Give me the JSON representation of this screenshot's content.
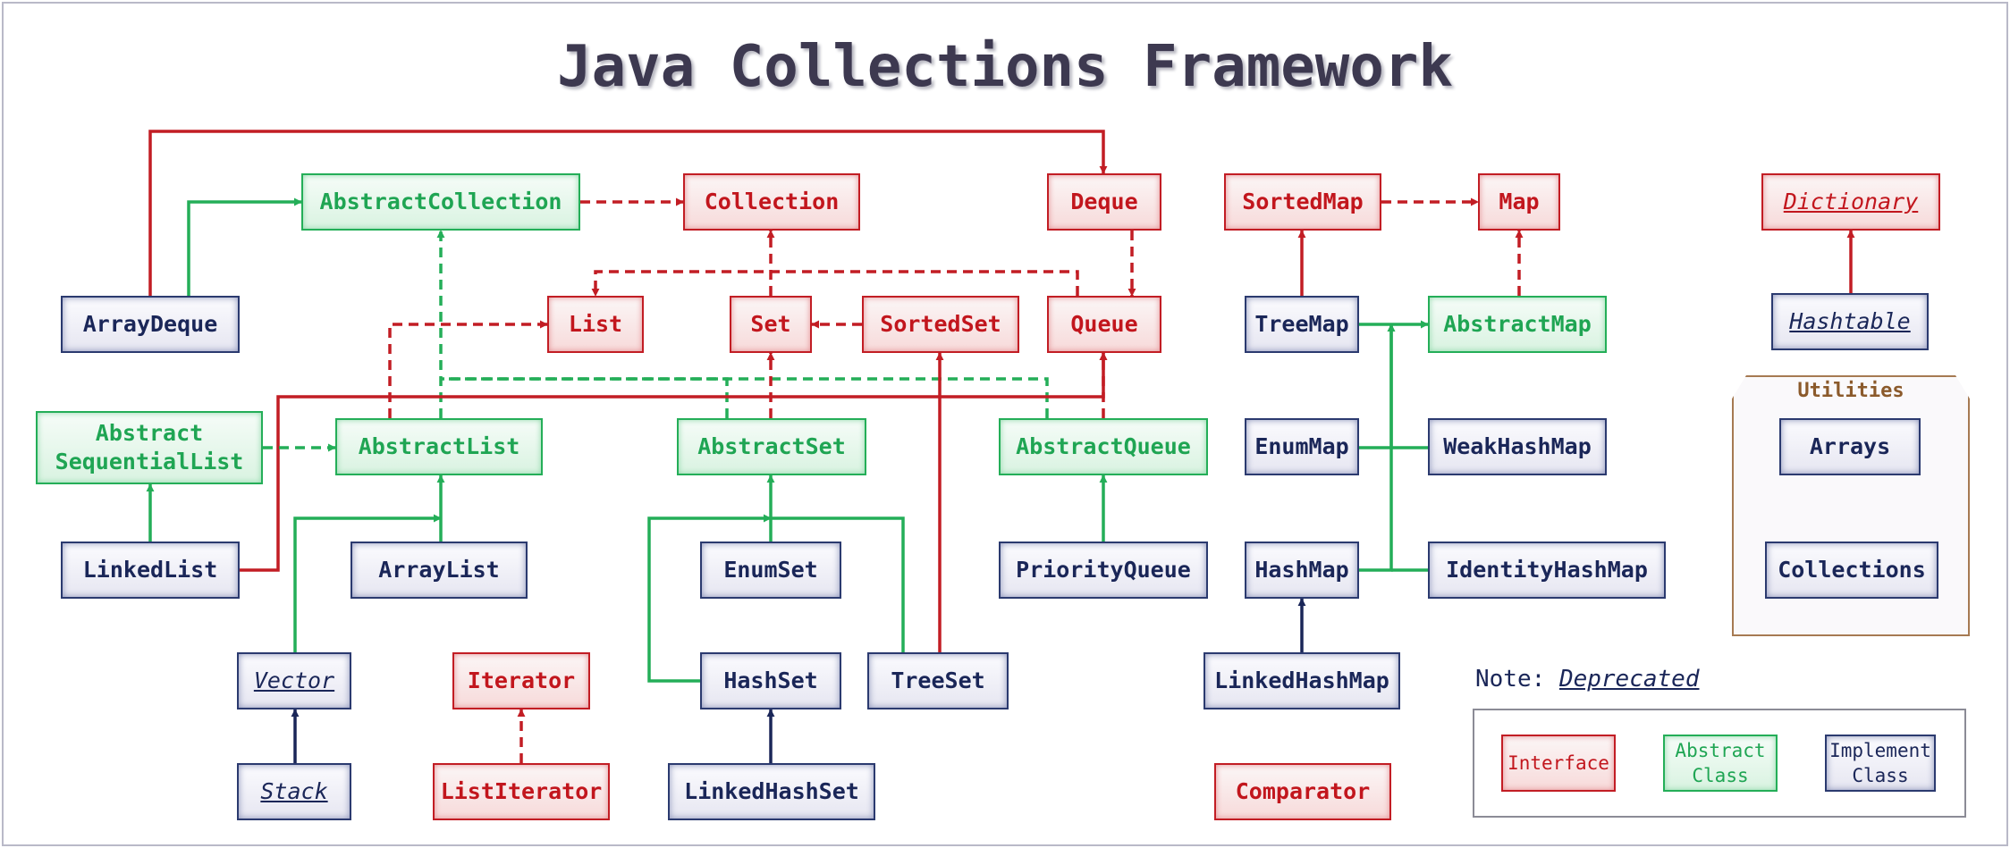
{
  "title": "Java Collections Framework",
  "colors": {
    "interface": "#c21d24",
    "abstract_class": "#24ae58",
    "implement_class": "#2b3a6f",
    "utilities": "#8b5a2b"
  },
  "nodes": {
    "AbstractCollection": {
      "label": "AbstractCollection",
      "kind": "abstract"
    },
    "Collection": {
      "label": "Collection",
      "kind": "interface"
    },
    "Deque": {
      "label": "Deque",
      "kind": "interface"
    },
    "SortedMap": {
      "label": "SortedMap",
      "kind": "interface"
    },
    "Map": {
      "label": "Map",
      "kind": "interface"
    },
    "Dictionary": {
      "label": "Dictionary",
      "kind": "interface",
      "deprecated": true
    },
    "ArrayDeque": {
      "label": "ArrayDeque",
      "kind": "implement"
    },
    "List": {
      "label": "List",
      "kind": "interface"
    },
    "Set": {
      "label": "Set",
      "kind": "interface"
    },
    "SortedSet": {
      "label": "SortedSet",
      "kind": "interface"
    },
    "Queue": {
      "label": "Queue",
      "kind": "interface"
    },
    "TreeMap": {
      "label": "TreeMap",
      "kind": "implement"
    },
    "AbstractMap": {
      "label": "AbstractMap",
      "kind": "abstract"
    },
    "Hashtable": {
      "label": "Hashtable",
      "kind": "implement",
      "deprecated": true
    },
    "AbstractSequentialList": {
      "label": "Abstract\nSequentialList",
      "kind": "abstract"
    },
    "AbstractList": {
      "label": "AbstractList",
      "kind": "abstract"
    },
    "AbstractSet": {
      "label": "AbstractSet",
      "kind": "abstract"
    },
    "AbstractQueue": {
      "label": "AbstractQueue",
      "kind": "abstract"
    },
    "EnumMap": {
      "label": "EnumMap",
      "kind": "implement"
    },
    "WeakHashMap": {
      "label": "WeakHashMap",
      "kind": "implement"
    },
    "Arrays": {
      "label": "Arrays",
      "kind": "implement"
    },
    "LinkedList": {
      "label": "LinkedList",
      "kind": "implement"
    },
    "ArrayList": {
      "label": "ArrayList",
      "kind": "implement"
    },
    "EnumSet": {
      "label": "EnumSet",
      "kind": "implement"
    },
    "PriorityQueue": {
      "label": "PriorityQueue",
      "kind": "implement"
    },
    "HashMap": {
      "label": "HashMap",
      "kind": "implement"
    },
    "IdentityHashMap": {
      "label": "IdentityHashMap",
      "kind": "implement"
    },
    "Collections": {
      "label": "Collections",
      "kind": "implement"
    },
    "Vector": {
      "label": "Vector",
      "kind": "implement",
      "deprecated": true
    },
    "Iterator": {
      "label": "Iterator",
      "kind": "interface"
    },
    "HashSet": {
      "label": "HashSet",
      "kind": "implement"
    },
    "TreeSet": {
      "label": "TreeSet",
      "kind": "implement"
    },
    "LinkedHashMap": {
      "label": "LinkedHashMap",
      "kind": "implement"
    },
    "Stack": {
      "label": "Stack",
      "kind": "implement",
      "deprecated": true
    },
    "ListIterator": {
      "label": "ListIterator",
      "kind": "interface"
    },
    "LinkedHashSet": {
      "label": "LinkedHashSet",
      "kind": "implement"
    },
    "Comparator": {
      "label": "Comparator",
      "kind": "interface"
    }
  },
  "utilities": {
    "title": "Utilities"
  },
  "note": {
    "prefix": "Note:",
    "deprecated": "Deprecated"
  },
  "legend": {
    "interface": "Interface",
    "abstract": "Abstract\nClass",
    "implement": "Implement\nClass"
  },
  "edges": [
    {
      "from": "ArrayDeque",
      "to": "Deque",
      "kind": "interface",
      "style": "solid"
    },
    {
      "from": "ArrayDeque",
      "to": "AbstractCollection",
      "kind": "abstract",
      "style": "solid"
    },
    {
      "from": "AbstractCollection",
      "to": "Collection",
      "kind": "interface",
      "style": "dashed"
    },
    {
      "from": "Deque",
      "to": "Queue",
      "kind": "interface",
      "style": "dashed"
    },
    {
      "from": "SortedMap",
      "to": "Map",
      "kind": "interface",
      "style": "dashed"
    },
    {
      "from": "TreeMap",
      "to": "SortedMap",
      "kind": "interface",
      "style": "solid"
    },
    {
      "from": "AbstractMap",
      "to": "Map",
      "kind": "interface",
      "style": "dashed"
    },
    {
      "from": "Hashtable",
      "to": "Dictionary",
      "kind": "interface",
      "style": "solid"
    },
    {
      "from": "Queue",
      "to": "List",
      "kind": "interface",
      "style": "dashed"
    },
    {
      "from": "Set",
      "to": "Collection",
      "kind": "interface",
      "style": "dashed"
    },
    {
      "from": "SortedSet",
      "to": "Set",
      "kind": "interface",
      "style": "dashed"
    },
    {
      "from": "AbstractList",
      "to": "List",
      "kind": "interface",
      "style": "dashed"
    },
    {
      "from": "AbstractList",
      "to": "AbstractCollection",
      "kind": "abstract",
      "style": "dashed"
    },
    {
      "from": "AbstractSet",
      "to": "AbstractCollection",
      "kind": "abstract",
      "style": "dashed"
    },
    {
      "from": "AbstractQueue",
      "to": "AbstractCollection",
      "kind": "abstract",
      "style": "dashed"
    },
    {
      "from": "AbstractSet",
      "to": "Set",
      "kind": "interface",
      "style": "dashed"
    },
    {
      "from": "AbstractQueue",
      "to": "Queue",
      "kind": "interface",
      "style": "dashed"
    },
    {
      "from": "LinkedList",
      "to": "Queue",
      "kind": "interface",
      "style": "solid"
    },
    {
      "from": "TreeSet",
      "to": "SortedSet",
      "kind": "interface",
      "style": "solid"
    },
    {
      "from": "AbstractSequentialList",
      "to": "AbstractList",
      "kind": "abstract",
      "style": "dashed"
    },
    {
      "from": "LinkedList",
      "to": "AbstractSequentialList",
      "kind": "abstract",
      "style": "solid"
    },
    {
      "from": "ArrayList",
      "to": "AbstractList",
      "kind": "abstract",
      "style": "solid"
    },
    {
      "from": "Vector",
      "to": "AbstractList",
      "kind": "abstract",
      "style": "solid"
    },
    {
      "from": "EnumSet",
      "to": "AbstractSet",
      "kind": "abstract",
      "style": "solid"
    },
    {
      "from": "HashSet",
      "to": "AbstractSet",
      "kind": "abstract",
      "style": "solid"
    },
    {
      "from": "TreeSet",
      "to": "AbstractSet",
      "kind": "abstract",
      "style": "solid"
    },
    {
      "from": "PriorityQueue",
      "to": "AbstractQueue",
      "kind": "abstract",
      "style": "solid"
    },
    {
      "from": "TreeMap",
      "to": "AbstractMap",
      "kind": "abstract",
      "style": "solid"
    },
    {
      "from": "EnumMap",
      "to": "AbstractMap",
      "kind": "abstract",
      "style": "solid"
    },
    {
      "from": "WeakHashMap",
      "to": "AbstractMap",
      "kind": "abstract",
      "style": "solid"
    },
    {
      "from": "HashMap",
      "to": "AbstractMap",
      "kind": "abstract",
      "style": "solid"
    },
    {
      "from": "IdentityHashMap",
      "to": "AbstractMap",
      "kind": "abstract",
      "style": "solid"
    },
    {
      "from": "LinkedHashMap",
      "to": "HashMap",
      "kind": "implement",
      "style": "solid"
    },
    {
      "from": "Stack",
      "to": "Vector",
      "kind": "implement",
      "style": "solid"
    },
    {
      "from": "ListIterator",
      "to": "Iterator",
      "kind": "interface",
      "style": "dashed"
    },
    {
      "from": "LinkedHashSet",
      "to": "HashSet",
      "kind": "implement",
      "style": "solid"
    }
  ]
}
